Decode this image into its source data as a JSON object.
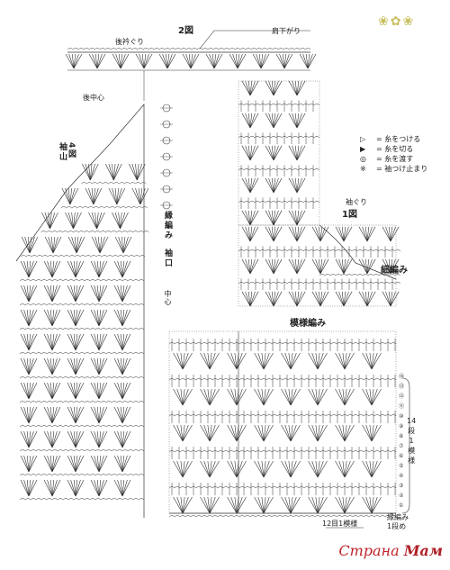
{
  "labels": {
    "fig2": "2図",
    "fig1": "1図",
    "fig4": "4図",
    "back_neck": "後衿ぐり",
    "shoulder_drop": "肩下がり",
    "back_center": "後中心",
    "armhole": "袖ぐり",
    "edging": "細編み",
    "pattern": "模様編み",
    "center": "中心",
    "sleeve_cap": "袖山",
    "sleeve_cuff": "袖口",
    "edge_knit": "縁編み",
    "rows14_line1": "14",
    "rows14_line2": "段",
    "rows14_line3": "1",
    "rows14_line4": "模",
    "rows14_line5": "様",
    "repeat12": "12目1模様",
    "edge_row_line1": "縁編み",
    "edge_row_line2": "1段め"
  },
  "legend": [
    {
      "symbol": "▷",
      "text": "= 糸をつける"
    },
    {
      "symbol": "▶",
      "text": "= 糸を切る"
    },
    {
      "symbol": "◎",
      "text": "= 糸を渡す"
    },
    {
      "symbol": "※",
      "text": "= 袖つけ止まり"
    }
  ],
  "row_numbers_right": [
    "⑭",
    "⑬",
    "⑫",
    "⑪",
    "⑩",
    "⑨",
    "⑧",
    "⑦",
    "⑥",
    "⑤",
    "④",
    "③",
    "②",
    "①"
  ],
  "brand": {
    "prefix": "Страна",
    "suffix": "Мам"
  },
  "colors": {
    "line": "#333333",
    "brand": "#c0242b"
  }
}
